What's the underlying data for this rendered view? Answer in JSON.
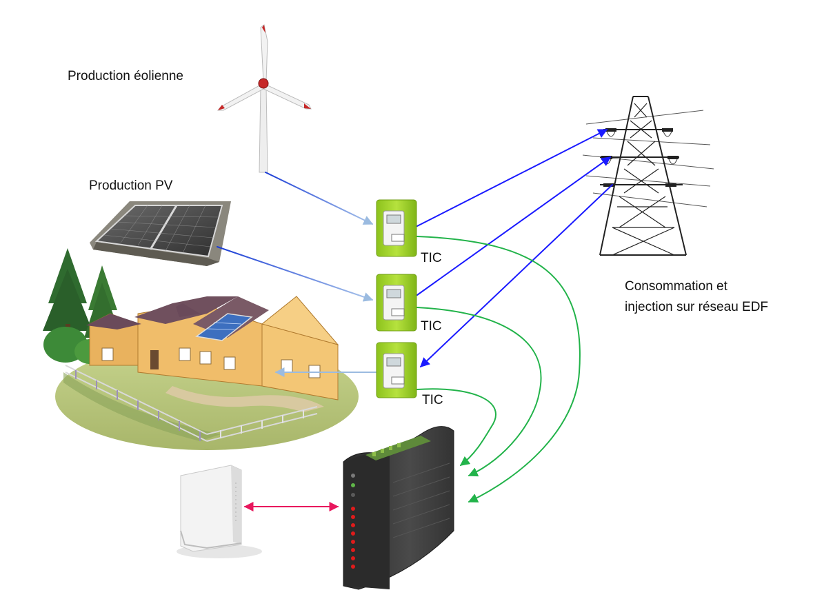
{
  "labels": {
    "wind": "Production éolienne",
    "pv": "Production PV",
    "grid_line1": "Consommation et",
    "grid_line2": "injection sur réseau EDF",
    "tic_1": "TIC",
    "tic_2": "TIC",
    "tic_3": "TIC"
  },
  "colors": {
    "light_blue_arrow": "#9bbbe0",
    "blue_arrow": "#1a1aff",
    "green_arrow": "#22b34a",
    "pink_arrow": "#e8175d",
    "meter_green": "#9ed327",
    "device_dark": "#3b3b3b",
    "led_red": "#e01b1b"
  },
  "icons": [
    "wind-turbine-icon",
    "solar-panel-icon",
    "house-icon",
    "power-pylon-icon",
    "electric-meter-icon",
    "data-logger-icon",
    "internet-box-icon"
  ]
}
